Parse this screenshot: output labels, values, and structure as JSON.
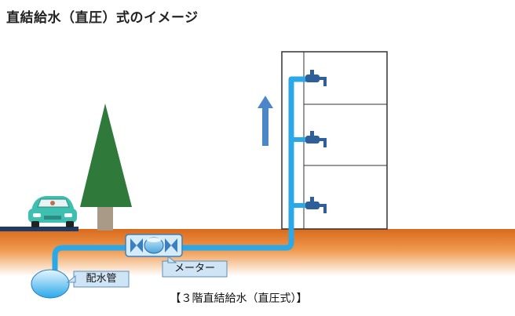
{
  "title": "直結給水（直圧）式のイメージ",
  "caption": "【３階直結給水（直圧式）】",
  "labels": {
    "water_main": "配水管",
    "meter": "メーター"
  },
  "colors": {
    "pipe": "#2aa8e8",
    "ground": "#d96a1c",
    "tree": "#2f7a3a",
    "arrow": "#4a86c8",
    "car": "#3fbfb0",
    "label_box": "#cfe4f5"
  },
  "icons": [
    "water-main-icon",
    "water-meter-icon",
    "faucet-icon",
    "up-arrow-icon",
    "tree-icon",
    "car-icon"
  ]
}
